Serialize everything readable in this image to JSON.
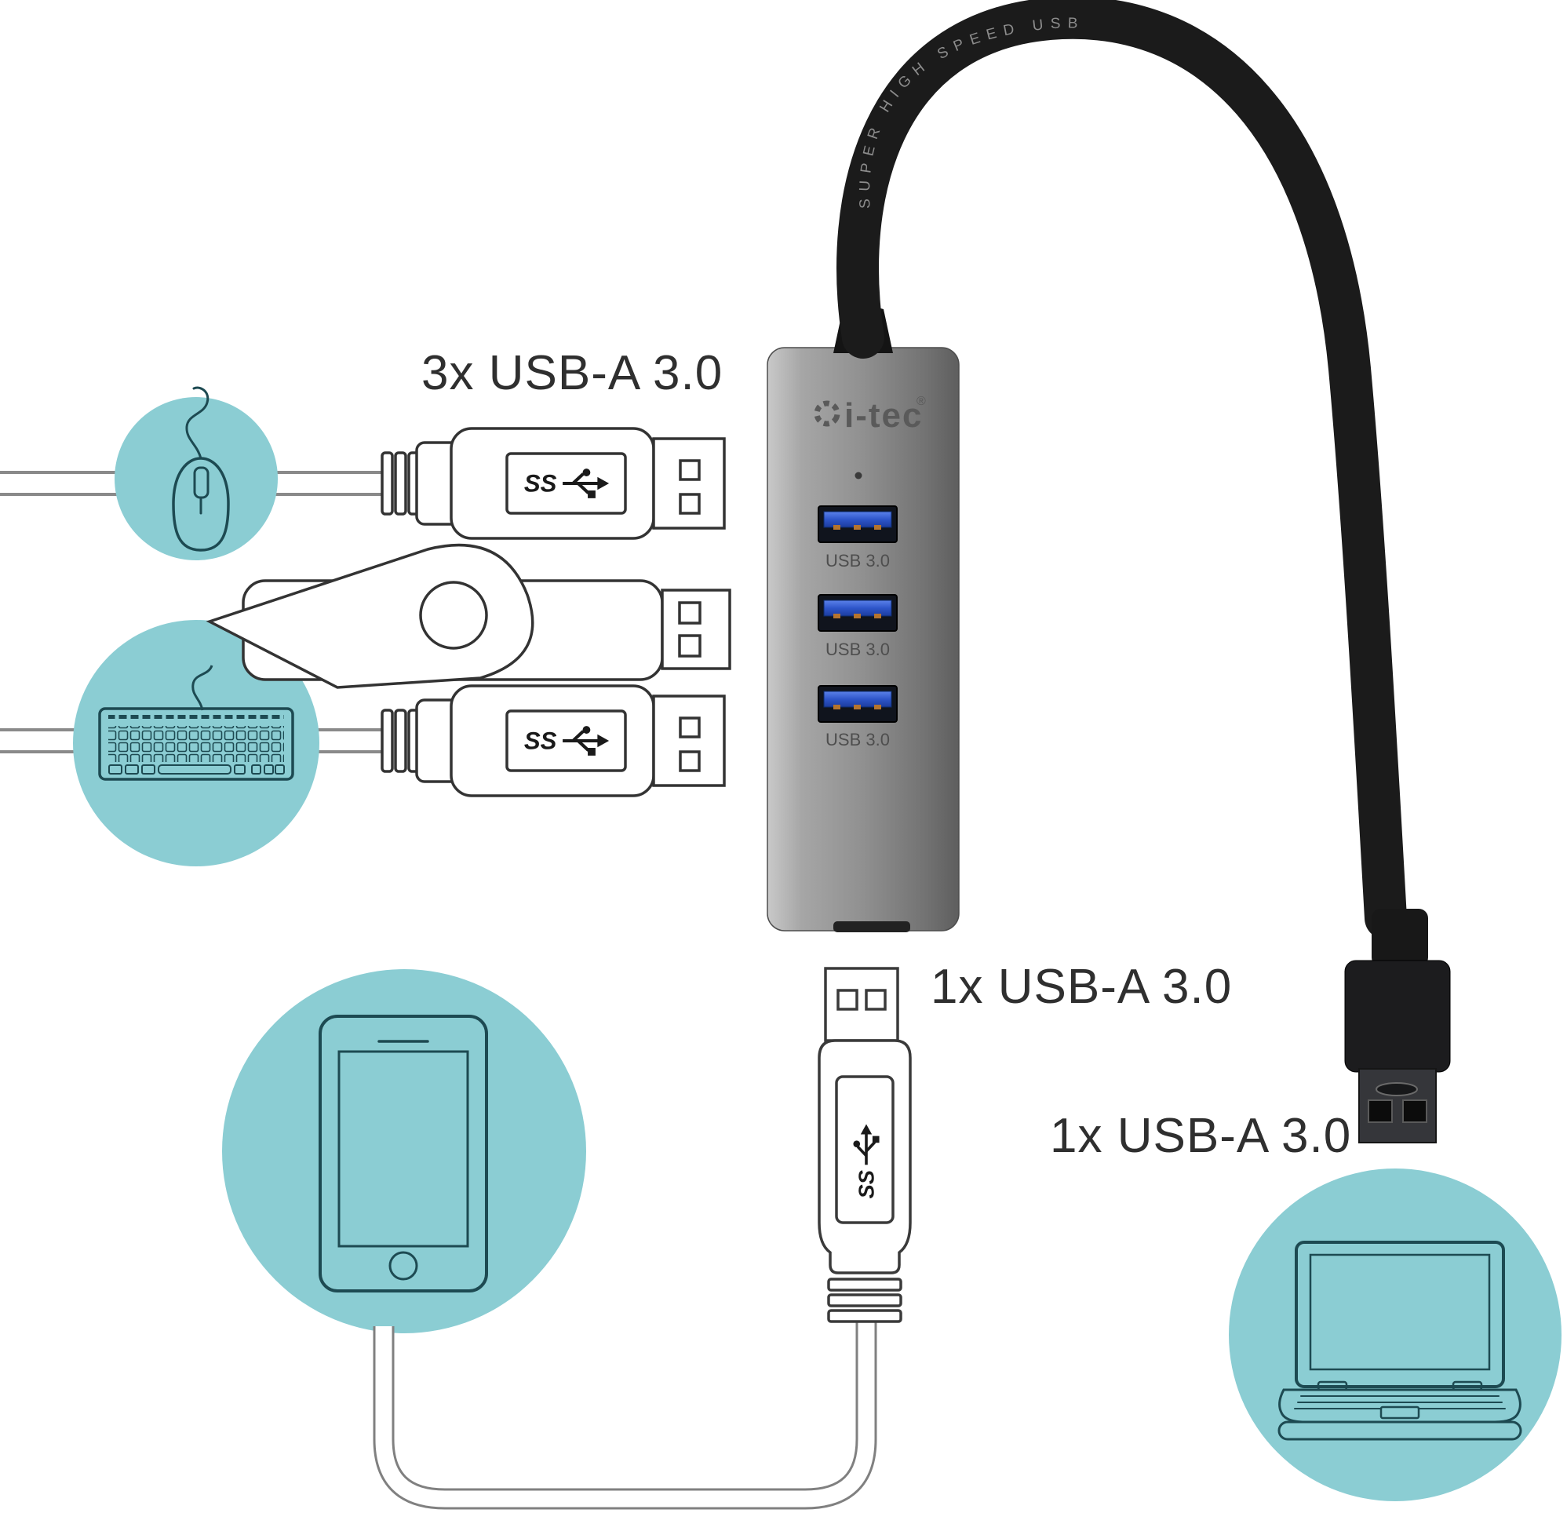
{
  "diagram": {
    "labels": {
      "top_ports": "3x USB-A 3.0",
      "host_port_1": "1x USB-A 3.0",
      "host_port_2": "1x USB-A 3.0"
    },
    "hub": {
      "brand": "i-tec",
      "registered_mark": "®",
      "ports": [
        {
          "label": "USB 3.0"
        },
        {
          "label": "USB 3.0"
        },
        {
          "label": "USB 3.0"
        }
      ]
    },
    "cable_marking": "SUPER   HIGH   SPEED   USB",
    "usb_logo_text": "SS",
    "icons": [
      "mouse-icon",
      "keyboard-icon",
      "flash-drive-icon",
      "phone-icon",
      "laptop-icon",
      "superspeed-usb-icon"
    ],
    "colors": {
      "accent_teal": "#8bcdd3",
      "icon_stroke": "#1d4a52",
      "hub_metal": "#8f8f8f",
      "port_blue": "#2b5bd7",
      "cable_black": "#1b1b1b",
      "outline_grey": "#3a3a3a"
    }
  }
}
